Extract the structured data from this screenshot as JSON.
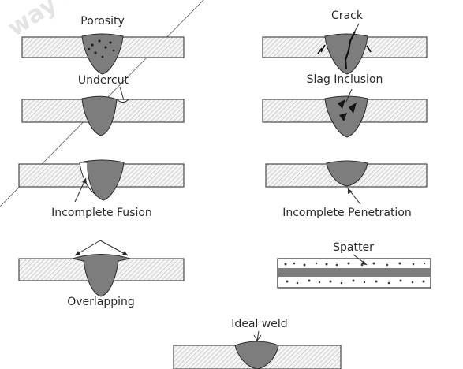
{
  "watermark": "way   C",
  "defects": {
    "porosity": "Porosity",
    "crack": "Crack",
    "undercut": "Undercut",
    "slag_inclusion": "Slag Inclusion",
    "incomplete_fusion": "Incomplete Fusion",
    "incomplete_penetration": "Incomplete Penetration",
    "spatter": "Spatter",
    "overlapping": "Overlapping",
    "ideal_weld": "Ideal weld"
  },
  "colors": {
    "weld_fill": "#7d7d7d",
    "plate_stroke": "#3a3a3a",
    "label_text": "#2a2a2a"
  }
}
